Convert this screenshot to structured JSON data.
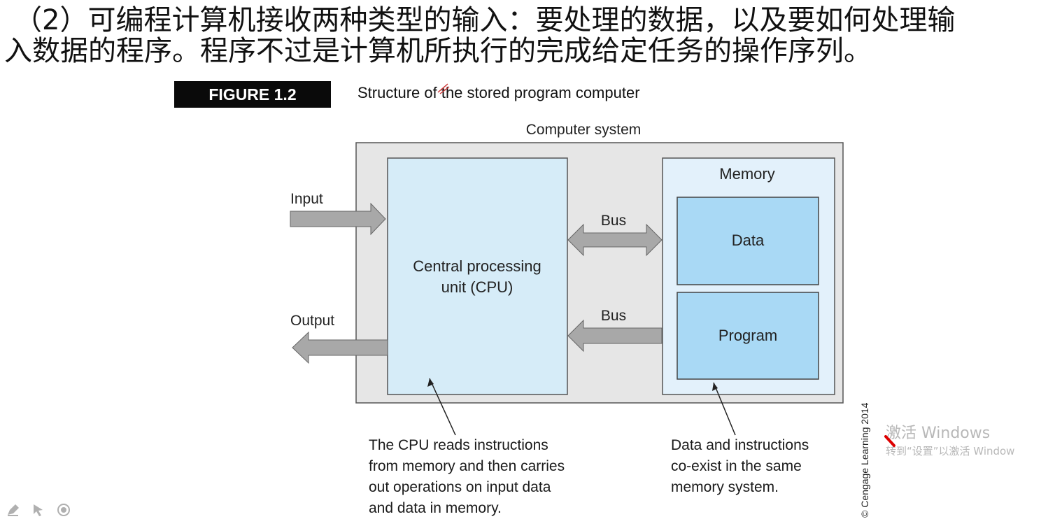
{
  "heading": {
    "line1": "（2）可编程计算机接收两种类型的输入：要处理的数据，以及要如何处理输",
    "line2": "入数据的程序。程序不过是计算机所执行的完成给定任务的操作序列。"
  },
  "figure": {
    "badge": "FIGURE 1.2",
    "caption": "Structure of the stored program computer"
  },
  "diagram": {
    "system_label": "Computer system",
    "cpu_label_line1": "Central processing",
    "cpu_label_line2": "unit (CPU)",
    "memory_label": "Memory",
    "data_label": "Data",
    "program_label": "Program",
    "input_label": "Input",
    "output_label": "Output",
    "bus_top_label": "Bus",
    "bus_bottom_label": "Bus"
  },
  "notes": {
    "cpu_note": [
      "The CPU reads instructions",
      "from memory and then carries",
      "out operations on input data",
      "and data in memory."
    ],
    "memory_note": [
      "Data and instructions",
      "co-exist in the same",
      "memory system."
    ]
  },
  "copyright": "© Cengage Learning 2014",
  "watermark": {
    "line1": "激活 Windows",
    "line2": "转到“设置”以激活 Window"
  },
  "colors": {
    "system_fill": "#e6e6e6",
    "cpu_fill": "#d6ecf8",
    "memory_fill": "#e3f1fb",
    "inner_fill": "#a9d9f5",
    "arrow_fill": "#a8a8a8"
  },
  "toolbar_icons": [
    "pen-icon",
    "pointer-icon",
    "record-icon"
  ]
}
